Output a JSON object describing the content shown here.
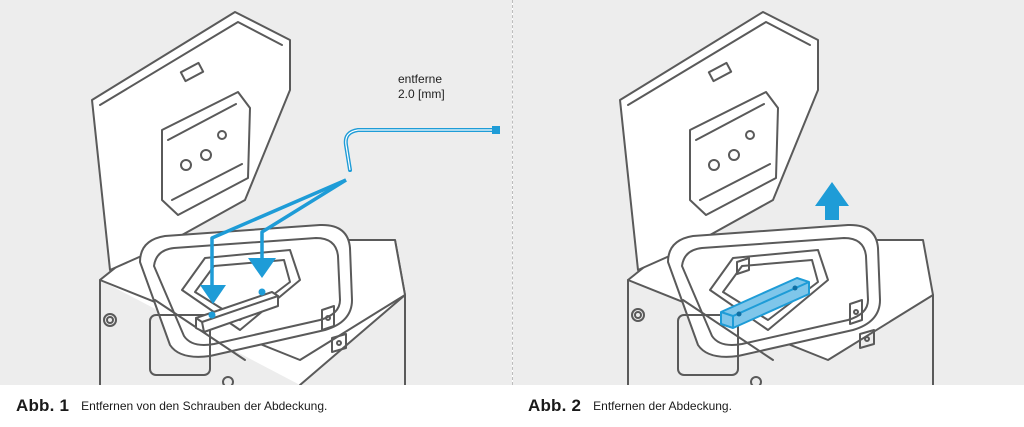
{
  "figures": [
    {
      "number": "Abb. 1",
      "caption": "Entfernen von den Schrauben der Abdeckung."
    },
    {
      "number": "Abb. 2",
      "caption": "Entfernen der Abdeckung."
    }
  ],
  "tool_note": {
    "line1": "entferne",
    "line2": "2.0 [mm]"
  },
  "colors": {
    "highlight": "#1e9cd7",
    "highlight_dark": "#0f6fa3",
    "background": "#ededed",
    "outline": "#555555"
  }
}
